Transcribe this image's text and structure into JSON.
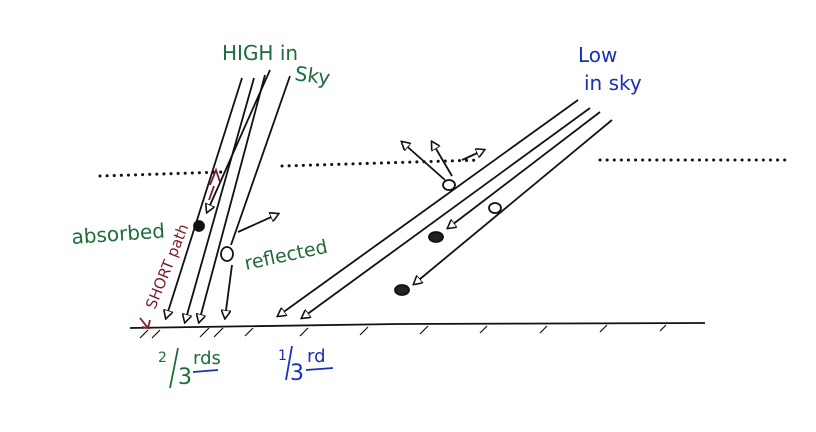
{
  "labels": {
    "high_sun": [
      "HIGH in",
      "Sky"
    ],
    "low_sun": [
      "Low",
      "in sky"
    ],
    "absorbed": "absorbed",
    "reflected": "reflected",
    "short_path": "SHORT path",
    "two_thirds_num": "2",
    "two_thirds_den": "3",
    "two_thirds_suffix": "rds",
    "one_third_num": "1",
    "one_third_den": "3",
    "one_third_suffix": "rd"
  },
  "colors": {
    "ink": "#111111",
    "green": "#1f6b3a",
    "blue": "#1a2fb8",
    "brown": "#7a1e2a"
  }
}
